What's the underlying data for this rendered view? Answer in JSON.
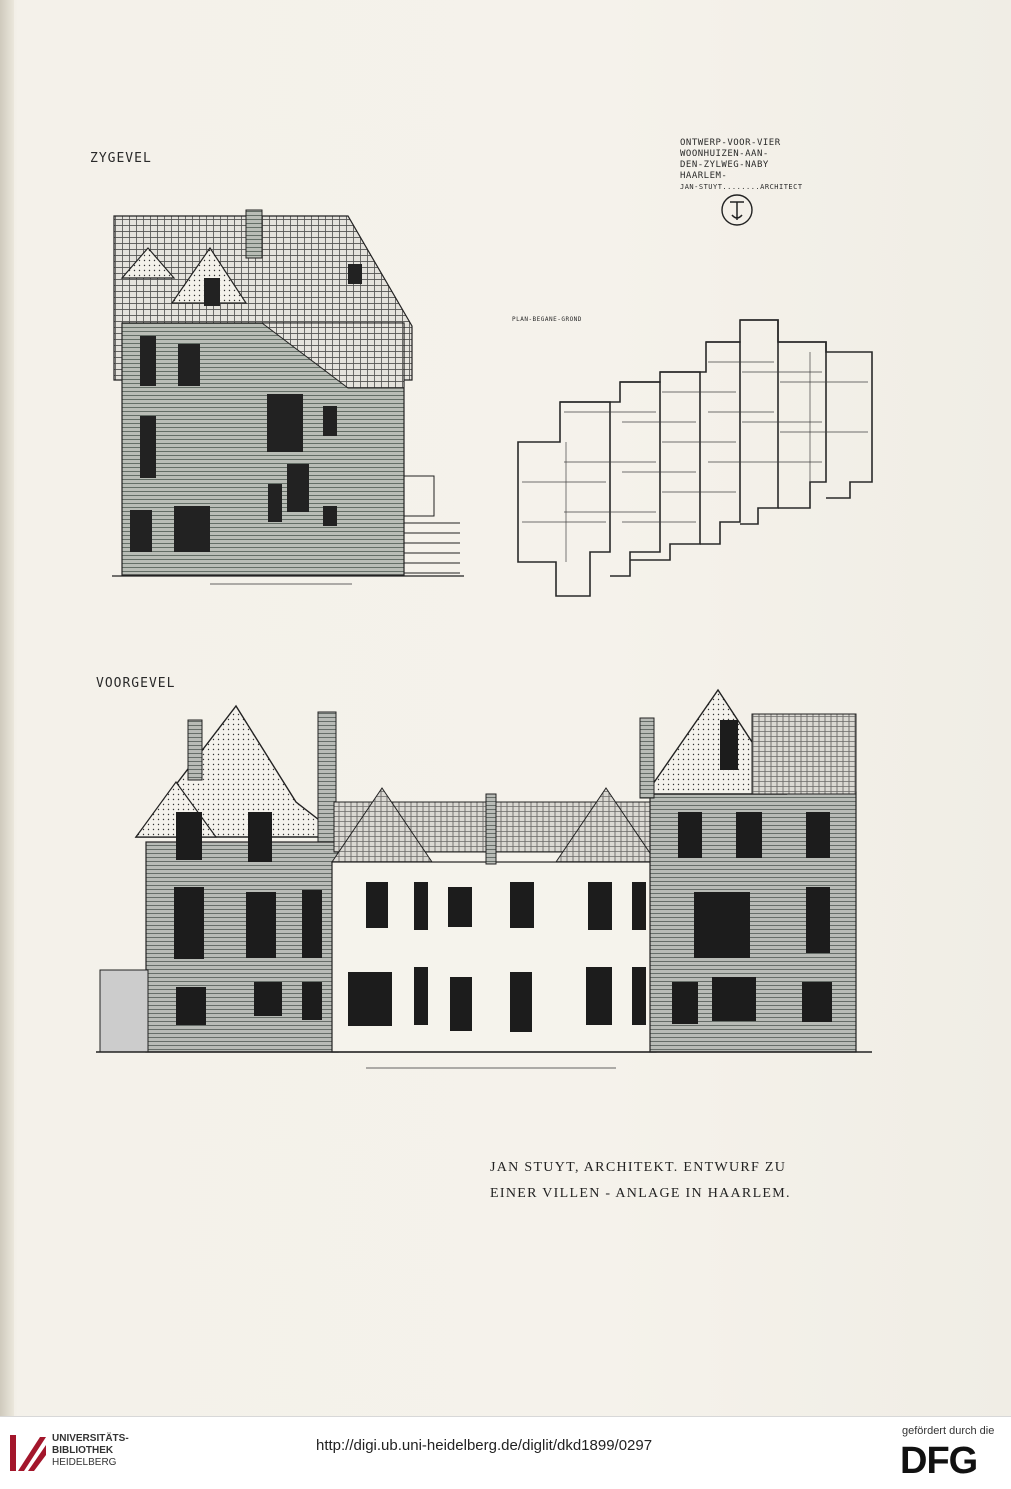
{
  "plate": {
    "side_label": "ZYGEVEL",
    "front_label": "VOORGEVEL",
    "plan_label": "PLAN-BEGANE-GROND",
    "title_block": {
      "line1": "ONTWERP-VOOR-VIER",
      "line2": "WOONHUIZEN-AAN-",
      "line3": "DEN-ZYLWEG-NABY",
      "line4": "HAARLEM-",
      "line5": "JAN-STUYT........ARCHITECT"
    },
    "caption": {
      "line1": "JAN STUYT, ARCHITEKT.  ENTWURF ZU",
      "line2": "EINER  VILLEN - ANLAGE  IN  HAARLEM."
    }
  },
  "footer": {
    "institution_line1": "UNIVERSITÄTS-",
    "institution_line2": "BIBLIOTHEK",
    "institution_line3": "HEIDELBERG",
    "url": "http://digi.ub.uni-heidelberg.de/diglit/dkd1899/0297",
    "sponsor_text": "gefördert durch die",
    "sponsor_logo": "DFG"
  },
  "icons": {
    "university_logo": "ub-heidelberg-logo-icon",
    "monogram": "architect-monogram-icon"
  }
}
